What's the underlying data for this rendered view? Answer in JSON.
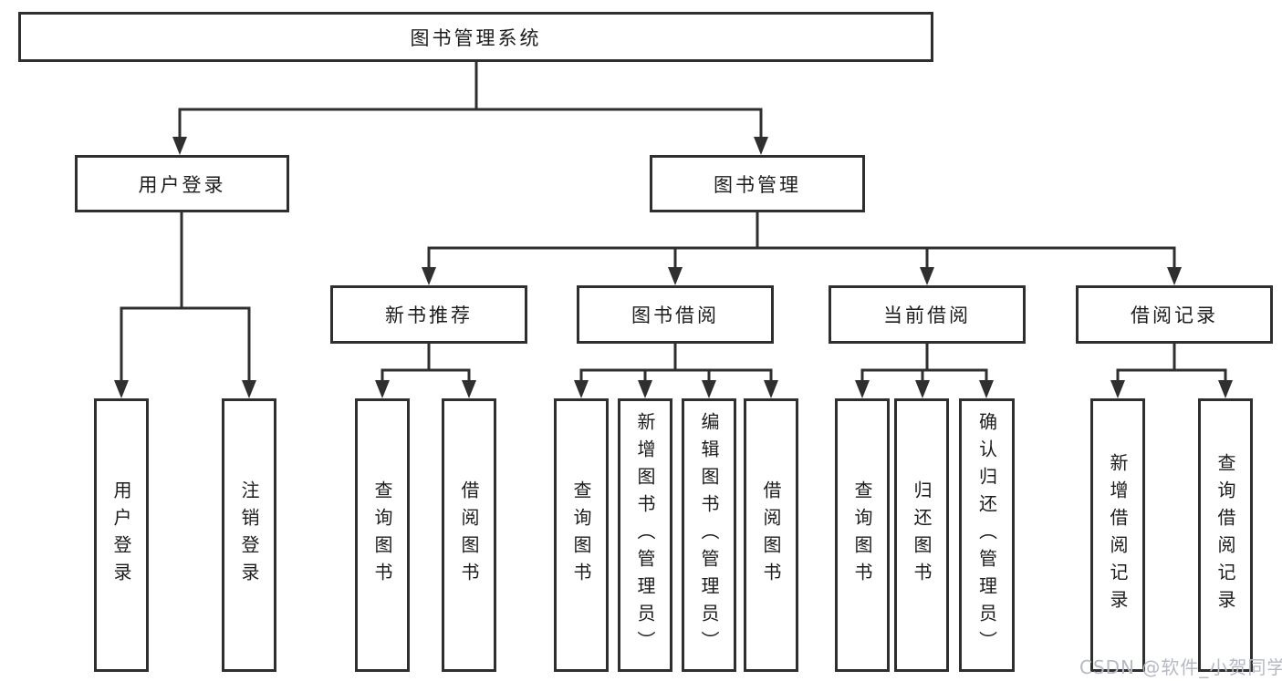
{
  "diagram": {
    "root": {
      "label": "图书管理系统"
    },
    "branches": [
      {
        "label": "用户登录",
        "children": [
          {
            "label": "用户登录"
          },
          {
            "label": "注销登录"
          }
        ]
      },
      {
        "label": "图书管理",
        "children": [
          {
            "label": "新书推荐",
            "children": [
              {
                "label": "查询图书"
              },
              {
                "label": "借阅图书"
              }
            ]
          },
          {
            "label": "图书借阅",
            "children": [
              {
                "label": "查询图书"
              },
              {
                "label": "新增图书（管理员）"
              },
              {
                "label": "编辑图书（管理员）"
              },
              {
                "label": "借阅图书"
              }
            ]
          },
          {
            "label": "当前借阅",
            "children": [
              {
                "label": "查询图书"
              },
              {
                "label": "归还图书"
              },
              {
                "label": "确认归还（管理员）"
              }
            ]
          },
          {
            "label": "借阅记录",
            "children": [
              {
                "label": "新增借阅记录"
              },
              {
                "label": "查询借阅记录"
              }
            ]
          }
        ]
      }
    ],
    "watermark": "CSDN @软件_小贺同学"
  },
  "colors": {
    "line": "#2f2f2f",
    "box_border": "#2f2f2f",
    "text": "#1c1c1c",
    "watermark": "#b4bac4",
    "background": "#ffffff"
  }
}
